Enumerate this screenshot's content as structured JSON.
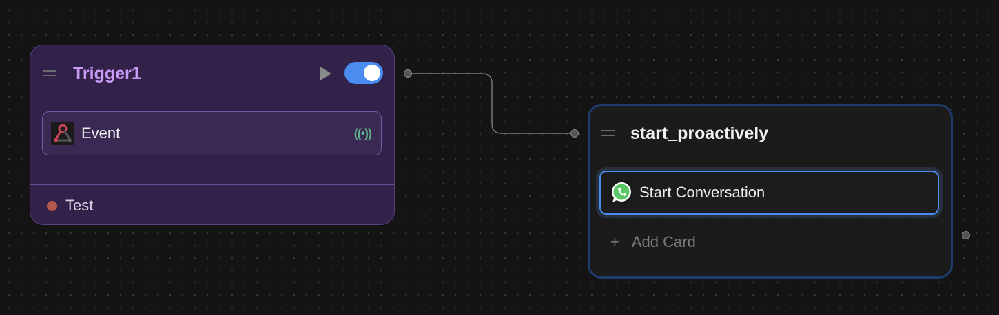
{
  "colors": {
    "trigger_title": "#c99af5",
    "toggle_on": "#4a8cf0",
    "selected_border": "#4a8cf0",
    "status_dot": "#b5584d",
    "broadcast": "#5fae8a"
  },
  "trigger_node": {
    "title": "Trigger1",
    "enabled": true,
    "card": {
      "label": "Event",
      "icon": "webhook-icon",
      "status_icon": "broadcast-icon"
    },
    "footer": {
      "label": "Test"
    }
  },
  "flow_node": {
    "title": "start_proactively",
    "card": {
      "label": "Start Conversation",
      "icon": "whatsapp-icon",
      "selected": true
    },
    "add_card_label": "Add Card"
  }
}
